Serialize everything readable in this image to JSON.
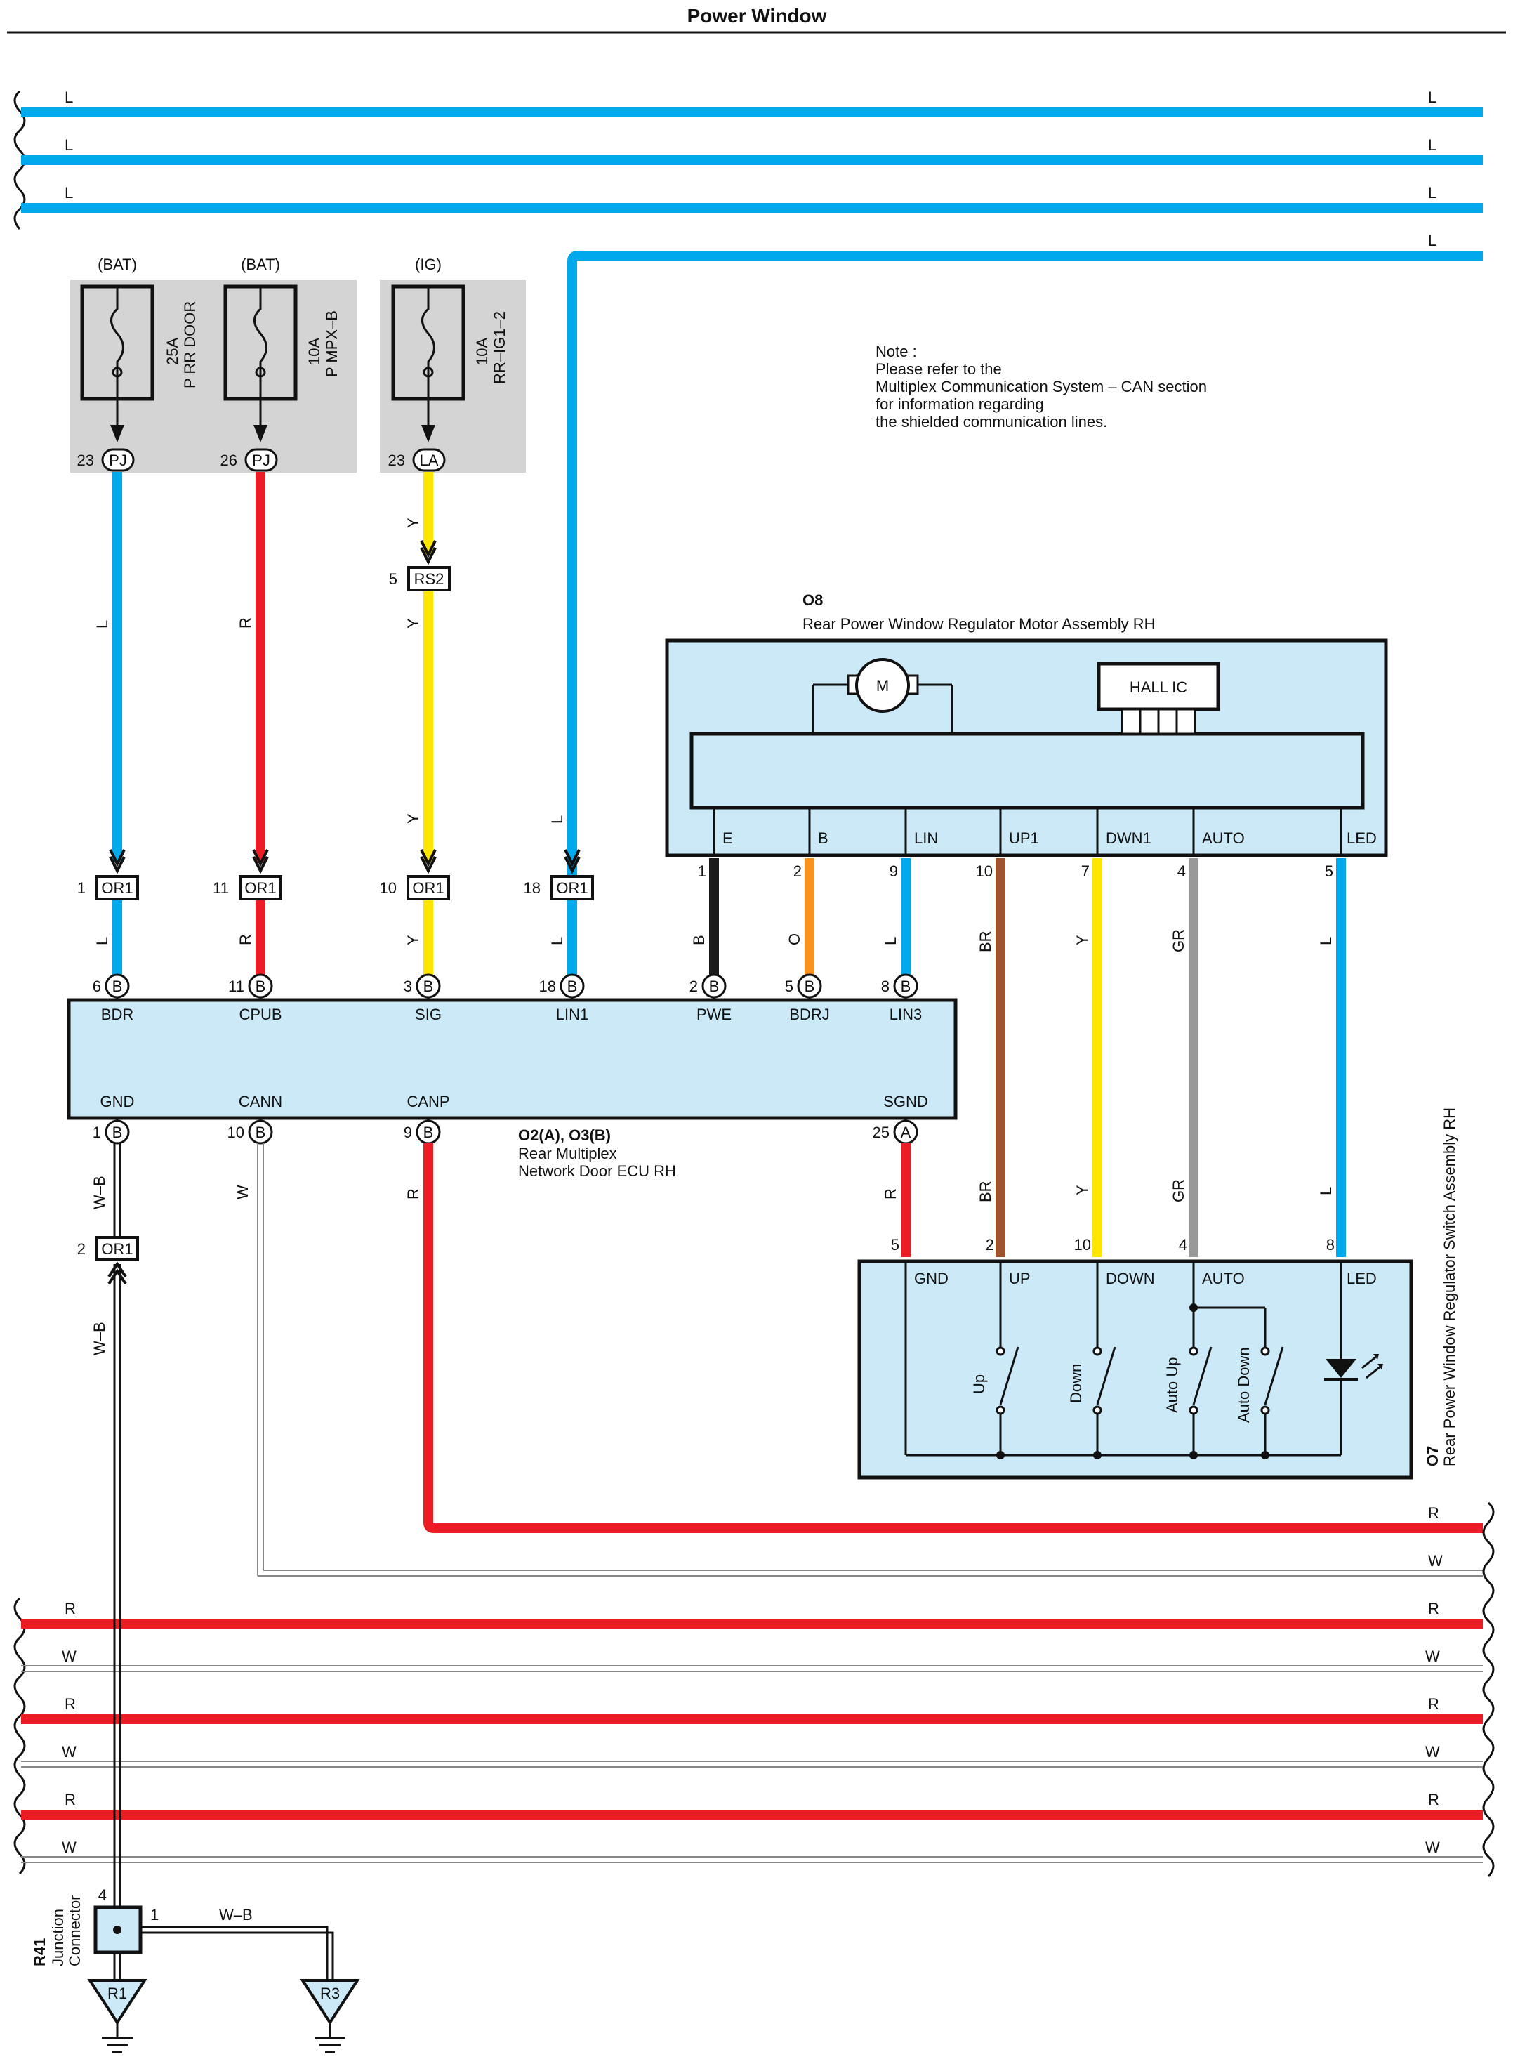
{
  "title": "Power Window",
  "note": {
    "lines": [
      "Note :",
      "Please refer to the",
      "Multiplex Communication System – CAN section",
      "for information regarding",
      "the shielded communication lines."
    ]
  },
  "colors": {
    "L": "#00a9ec",
    "R": "#ec1c24",
    "Y": "#ffe600",
    "B": "#1a1a1a",
    "O": "#f7931e",
    "BR": "#a0522d",
    "GR": "#999999",
    "W": "#ffffff",
    "component_fill": "#cbe9f7",
    "fuse_panel": "#d4d4d4"
  },
  "bus_lines_top": [
    {
      "left": "L",
      "right": "L"
    },
    {
      "left": "L",
      "right": "L"
    },
    {
      "left": "L",
      "right": "L"
    },
    {
      "left": "",
      "right": "L"
    }
  ],
  "fuses": [
    {
      "source": "(BAT)",
      "rating": "25A",
      "name": "P RR DOOR",
      "pin": "23",
      "connector": "PJ"
    },
    {
      "source": "(BAT)",
      "rating": "10A",
      "name": "P MPX–B",
      "pin": "26",
      "connector": "PJ"
    },
    {
      "source": "(IG)",
      "rating": "10A",
      "name": "RR–IG1–2",
      "pin": "23",
      "connector": "LA"
    }
  ],
  "rs2": {
    "pin": "5",
    "connector": "RS2"
  },
  "wire_labels": {
    "bdr": "L",
    "cpub": "R",
    "sig": "Y",
    "lin1": "L",
    "sig_upper": "Y",
    "sig_lower": "Y",
    "pwe": "B",
    "bdrj": "O",
    "lin3": "L",
    "up": "BR",
    "down": "Y",
    "auto": "GR",
    "led": "L",
    "gnd": "W–B",
    "gnd_lower": "W–B",
    "cann": "W",
    "canp": "R",
    "sgnd": "R",
    "junction": "W–B"
  },
  "or1_connectors": [
    {
      "pin": "1",
      "label": "OR1"
    },
    {
      "pin": "11",
      "label": "OR1"
    },
    {
      "pin": "10",
      "label": "OR1"
    },
    {
      "pin": "18",
      "label": "OR1"
    },
    {
      "pin": "2",
      "label": "OR1"
    }
  ],
  "motor": {
    "code": "O8",
    "name": "Rear Power Window Regulator Motor Assembly RH",
    "motor_symbol": "M",
    "hall_ic": "HALL IC",
    "terminals": [
      "E",
      "B",
      "LIN",
      "UP1",
      "DWN1",
      "AUTO",
      "LED"
    ],
    "pins": [
      "1",
      "2",
      "9",
      "10",
      "7",
      "4",
      "5"
    ]
  },
  "ecu": {
    "code": "O2(A), O3(B)",
    "name_line1": "Rear Multiplex",
    "name_line2": "Network Door ECU RH",
    "top_terminals": [
      {
        "pin": "6",
        "conn": "B",
        "name": "BDR"
      },
      {
        "pin": "11",
        "conn": "B",
        "name": "CPUB"
      },
      {
        "pin": "3",
        "conn": "B",
        "name": "SIG"
      },
      {
        "pin": "18",
        "conn": "B",
        "name": "LIN1"
      },
      {
        "pin": "2",
        "conn": "B",
        "name": "PWE"
      },
      {
        "pin": "5",
        "conn": "B",
        "name": "BDRJ"
      },
      {
        "pin": "8",
        "conn": "B",
        "name": "LIN3"
      }
    ],
    "bottom_terminals": [
      {
        "pin": "1",
        "conn": "B",
        "name": "GND"
      },
      {
        "pin": "10",
        "conn": "B",
        "name": "CANN"
      },
      {
        "pin": "9",
        "conn": "B",
        "name": "CANP"
      },
      {
        "pin": "25",
        "conn": "A",
        "name": "SGND"
      }
    ]
  },
  "switch": {
    "code": "O7",
    "name": "Rear Power Window Regulator Switch Assembly RH",
    "terminals": [
      "GND",
      "UP",
      "DOWN",
      "AUTO",
      "LED"
    ],
    "pins": [
      "5",
      "2",
      "10",
      "4",
      "8"
    ],
    "switch_labels": [
      "Up",
      "Down",
      "Auto Up",
      "Auto Down"
    ]
  },
  "can_right_labels": [
    "R",
    "W"
  ],
  "bus_lines_bottom": [
    {
      "label": "R"
    },
    {
      "label": "W"
    },
    {
      "label": "R"
    },
    {
      "label": "W"
    },
    {
      "label": "R"
    },
    {
      "label": "W"
    }
  ],
  "junction": {
    "code": "R41",
    "name_line1": "Junction",
    "name_line2": "Connector",
    "pin_top": "4",
    "pin_right": "1"
  },
  "grounds": [
    "R1",
    "R3"
  ]
}
